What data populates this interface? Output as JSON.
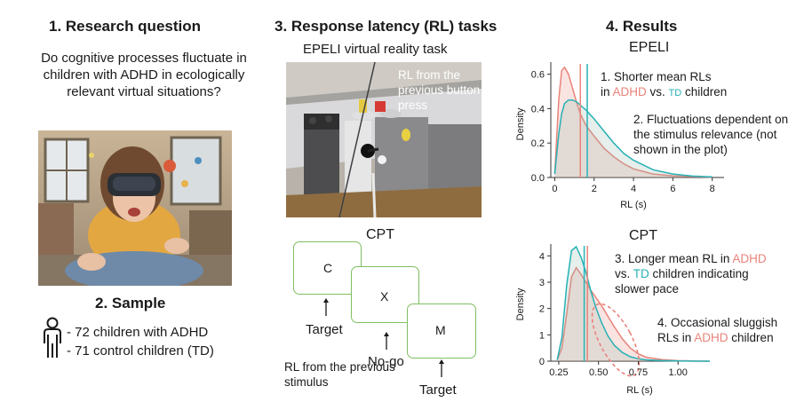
{
  "col1": {
    "header": "1. Research question",
    "question": "Do cognitive processes fluctuate in children with ADHD in ecologically relevant virtual situations?",
    "sample_header": "2. Sample",
    "sample_lines": [
      "- 72 children with ADHD",
      "- 71 control children (TD)"
    ]
  },
  "col2": {
    "header": "3. Response latency (RL) tasks",
    "vr_title": "EPELI virtual reality task",
    "vr_caption": "RL from the previous button press",
    "cpt_title": "CPT",
    "letters": [
      "C",
      "X",
      "M"
    ],
    "labels": [
      "Target",
      "No-go",
      "Target"
    ],
    "rl_caption": "RL from the previous stimulus"
  },
  "col3": {
    "header": "4. Results",
    "epeli_title": "EPELI",
    "epeli_ann1": {
      "prefix": "1. Shorter mean RLs",
      "line2_pre": "in ",
      "adhd": "ADHD",
      "mid": " vs. ",
      "td": "TD",
      "suffix": " children"
    },
    "epeli_ann2": "2. Fluctuations dependent on the stimulus relevance (not shown in the plot)",
    "cpt_title": "CPT",
    "cpt_ann3": {
      "line1": "3. Longer mean RL in ",
      "adhd": "ADHD",
      "line2_pre": "vs. ",
      "td": "TD",
      "line2_post": " children indicating",
      "line3": "slower pace"
    },
    "cpt_ann4": {
      "line1": "4. Occasional sluggish",
      "line2_pre": "RLs in ",
      "adhd": "ADHD",
      "line2_post": " children"
    }
  },
  "colors": {
    "adhd": "#e9837a",
    "td": "#27b1b5",
    "cpt_box": "#7fbf62"
  },
  "chart_data": [
    {
      "type": "area",
      "title": "EPELI",
      "xlabel": "RL (s)",
      "ylabel": "Density",
      "xlim": [
        -0.2,
        8.6
      ],
      "ylim": [
        0,
        0.67
      ],
      "xticks": [
        0,
        2,
        4,
        6,
        8
      ],
      "yticks": [
        0.0,
        0.2,
        0.4,
        0.6
      ],
      "x": [
        0,
        0.2,
        0.35,
        0.5,
        0.7,
        0.9,
        1.1,
        1.3,
        1.6,
        2.0,
        2.5,
        3.0,
        3.5,
        4.0,
        5.0,
        6.0,
        7.0,
        8.0
      ],
      "series": [
        {
          "name": "ADHD",
          "values": [
            0.02,
            0.45,
            0.62,
            0.64,
            0.6,
            0.52,
            0.44,
            0.37,
            0.3,
            0.24,
            0.17,
            0.12,
            0.08,
            0.05,
            0.02,
            0.01,
            0.005,
            0.002
          ],
          "mean": 1.3
        },
        {
          "name": "TD",
          "values": [
            0.02,
            0.25,
            0.37,
            0.43,
            0.45,
            0.45,
            0.44,
            0.42,
            0.39,
            0.34,
            0.27,
            0.2,
            0.14,
            0.1,
            0.045,
            0.02,
            0.008,
            0.003
          ],
          "mean": 1.65
        }
      ]
    },
    {
      "type": "area",
      "title": "CPT",
      "xlabel": "RL (s)",
      "ylabel": "Density",
      "xlim": [
        0.2,
        1.2
      ],
      "ylim": [
        0,
        4.45
      ],
      "xticks": [
        0.25,
        0.5,
        0.75,
        1.0
      ],
      "xtick_labels": [
        "0.25",
        "0.50",
        "0.75",
        "1.00"
      ],
      "yticks": [
        0,
        1,
        2,
        3,
        4
      ],
      "x": [
        0.24,
        0.27,
        0.3,
        0.33,
        0.36,
        0.39,
        0.42,
        0.45,
        0.48,
        0.52,
        0.56,
        0.6,
        0.65,
        0.7,
        0.75,
        0.8,
        0.9,
        1.0,
        1.1,
        1.2
      ],
      "series": [
        {
          "name": "ADHD",
          "values": [
            0.05,
            0.5,
            1.8,
            3.2,
            3.55,
            3.3,
            3.0,
            2.7,
            2.45,
            2.1,
            1.7,
            1.3,
            0.85,
            0.5,
            0.28,
            0.15,
            0.06,
            0.02,
            0.01,
            0.0
          ],
          "mean": 0.43
        },
        {
          "name": "TD",
          "values": [
            0.05,
            0.9,
            2.9,
            4.2,
            4.35,
            3.95,
            3.4,
            2.7,
            2.1,
            1.45,
            0.95,
            0.6,
            0.33,
            0.17,
            0.09,
            0.05,
            0.02,
            0.01,
            0.0,
            0.0
          ],
          "mean": 0.41
        }
      ]
    }
  ]
}
